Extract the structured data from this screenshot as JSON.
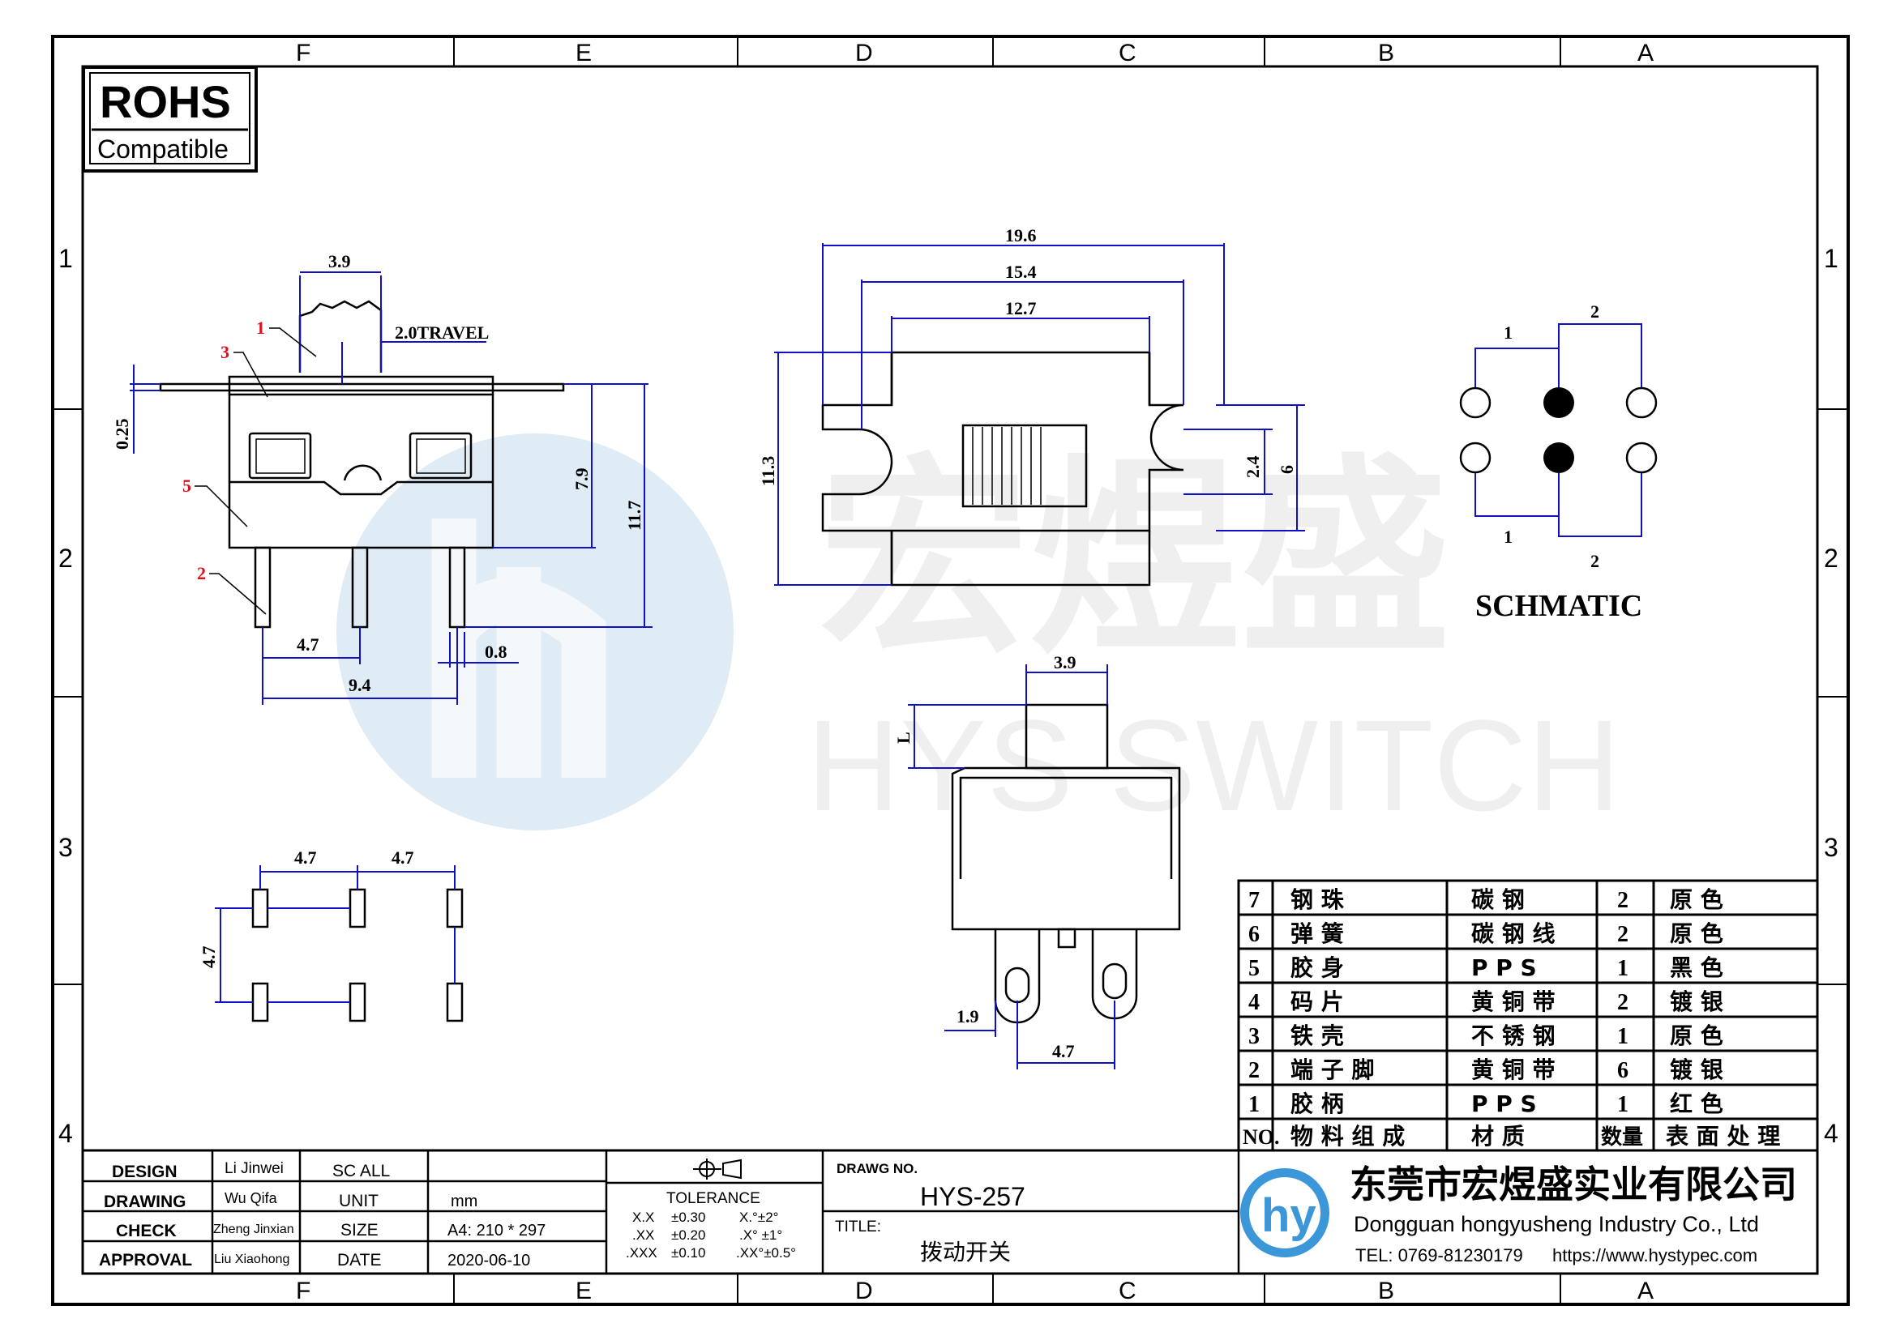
{
  "zone_columns": [
    "F",
    "E",
    "D",
    "C",
    "B",
    "A"
  ],
  "zone_rows": [
    "1",
    "2",
    "3",
    "4"
  ],
  "rohs": {
    "title": "ROHS",
    "subtitle": "Compatible"
  },
  "watermark": {
    "chinese": "宏煜盛",
    "english": "HYS SWITCH"
  },
  "front_view": {
    "dims": {
      "actuator_width": "3.9",
      "travel": "2.0TRAVEL",
      "thickness": "0.25",
      "height_body": "7.9",
      "height_total": "11.7",
      "pin_pitch": "4.7",
      "pin_span": "9.4",
      "pin_width": "0.8"
    },
    "callouts": [
      "1",
      "3",
      "5",
      "2"
    ]
  },
  "top_view": {
    "dims": {
      "width_outer": "19.6",
      "width_mid": "15.4",
      "width_inner": "12.7",
      "height": "11.3",
      "slot": "2.4",
      "slot_outer": "6"
    }
  },
  "side_view": {
    "dims": {
      "actuator": "3.9",
      "lever": "L",
      "pin_offset": "1.9",
      "pin_pitch": "4.7"
    }
  },
  "footprint": {
    "dims": {
      "pitch_a": "4.7",
      "pitch_b": "4.7",
      "pitch_v": "4.7"
    }
  },
  "schematic": {
    "label": "SCHMATIC",
    "top_labels": [
      "1",
      "2"
    ],
    "bottom_labels": [
      "1",
      "2"
    ]
  },
  "bom": {
    "header": {
      "no": "NO.",
      "name": "物 料 组 成",
      "material": "材 质",
      "qty": "数量",
      "finish": "表 面 处 理"
    },
    "rows": [
      {
        "no": "7",
        "name": "钢 珠",
        "material": "碳 钢",
        "qty": "2",
        "finish": "原 色"
      },
      {
        "no": "6",
        "name": "弹 簧",
        "material": "碳 钢 线",
        "qty": "2",
        "finish": "原 色"
      },
      {
        "no": "5",
        "name": "胶 身",
        "material": "P P S",
        "qty": "1",
        "finish": "黑 色"
      },
      {
        "no": "4",
        "name": "码 片",
        "material": "黄 铜 带",
        "qty": "2",
        "finish": "镀 银"
      },
      {
        "no": "3",
        "name": "铁 壳",
        "material": "不 锈 钢",
        "qty": "1",
        "finish": "原 色"
      },
      {
        "no": "2",
        "name": "端 子 脚",
        "material": "黄 铜 带",
        "qty": "6",
        "finish": "镀 银"
      },
      {
        "no": "1",
        "name": "胶 柄",
        "material": "P P S",
        "qty": "1",
        "finish": "红 色"
      }
    ]
  },
  "title_block": {
    "roles": [
      {
        "role": "DESIGN",
        "name": "Li Jinwei",
        "key": "SC ALL",
        "value": ""
      },
      {
        "role": "DRAWING",
        "name": "Wu Qifa",
        "key": "UNIT",
        "value": "mm"
      },
      {
        "role": "CHECK",
        "name": "Zheng Jinxian",
        "key": "SIZE",
        "value": "A4: 210 * 297"
      },
      {
        "role": "APPROVAL",
        "name": "Liu Xiaohong",
        "key": "DATE",
        "value": "2020-06-10"
      }
    ],
    "tolerance": {
      "title": "TOLERANCE",
      "lines": [
        [
          "X.X",
          "±0.30",
          "X.°±2°"
        ],
        [
          ".XX",
          "±0.20",
          ".X° ±1°"
        ],
        [
          ".XXX",
          "±0.10",
          ".XX°±0.5°"
        ]
      ]
    },
    "drawing_no_label": "DRAWG NO.",
    "drawing_no": "HYS-257",
    "title_label": "TITLE:",
    "title": "拨动开关",
    "company_cn": "东莞市宏煜盛实业有限公司",
    "company_en": "Dongguan hongyusheng Industry Co., Ltd",
    "tel": "TEL: 0769-81230179",
    "website": "https://www.hystypec.com"
  },
  "colors": {
    "dimension": "#1010c8",
    "callout": "#e0101a",
    "watermark": "#cfe0ee"
  }
}
